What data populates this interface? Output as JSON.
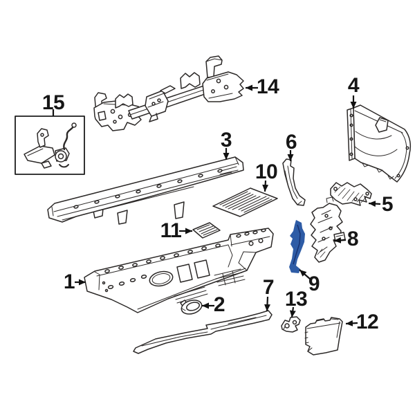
{
  "diagram": {
    "kind": "exploded-parts-diagram",
    "subject": "Rear bumper and related components exploded view",
    "background_color": "#ffffff",
    "line_color": "#2b2827",
    "label_color": "#161616",
    "highlight_color": "#2e5ca6",
    "highlight_stroke": "#16306e",
    "highlighted_callout": "9",
    "boxed_callout": "15",
    "callouts": [
      {
        "label": "1"
      },
      {
        "label": "2"
      },
      {
        "label": "3"
      },
      {
        "label": "4"
      },
      {
        "label": "5"
      },
      {
        "label": "6"
      },
      {
        "label": "7"
      },
      {
        "label": "8"
      },
      {
        "label": "9"
      },
      {
        "label": "10"
      },
      {
        "label": "11"
      },
      {
        "label": "12"
      },
      {
        "label": "13"
      },
      {
        "label": "14"
      },
      {
        "label": "15"
      }
    ]
  }
}
